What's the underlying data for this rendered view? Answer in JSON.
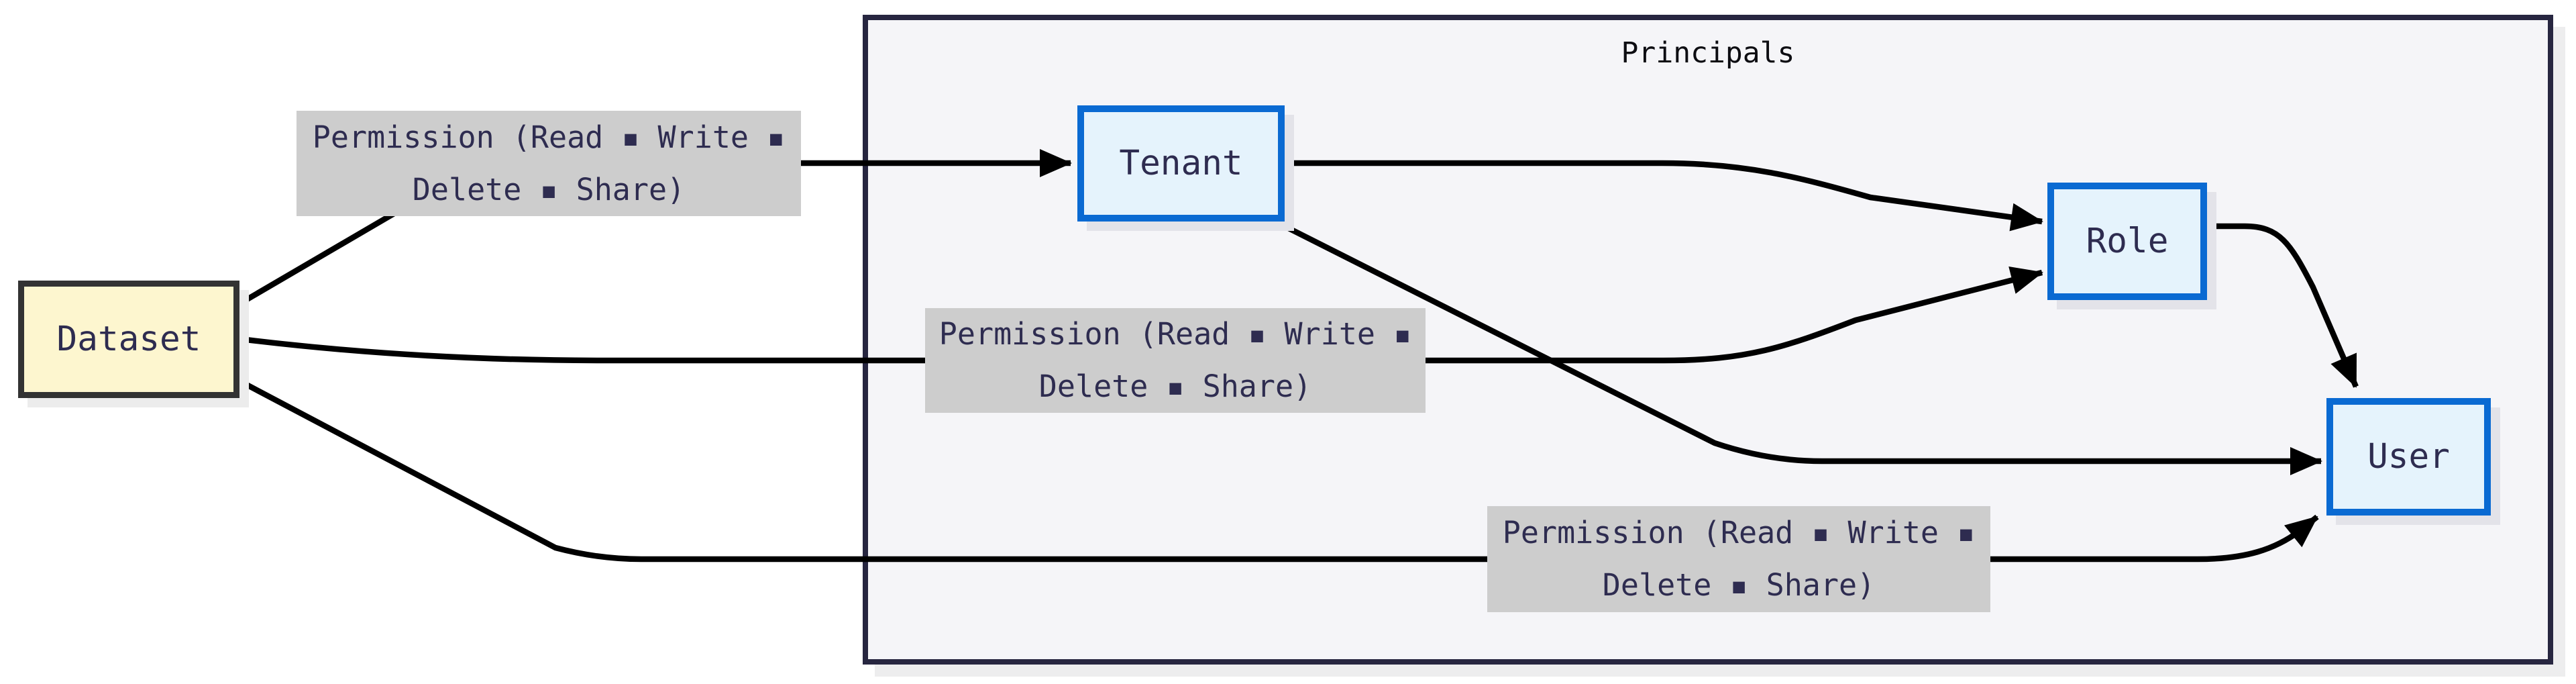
{
  "diagram": {
    "type": "flowchart",
    "subgraph": {
      "title": "Principals"
    },
    "nodes": {
      "dataset": {
        "label": "Dataset"
      },
      "tenant": {
        "label": "Tenant"
      },
      "role": {
        "label": "Role"
      },
      "user": {
        "label": "User"
      }
    },
    "edge_labels": [
      {
        "text": "Permission (Read ▪ Write ▪ Delete ▪ Share)",
        "line1": "Permission (Read ▪ Write ▪",
        "line2": "Delete ▪ Share)"
      },
      {
        "text": "Permission (Read ▪ Write ▪ Delete ▪ Share)",
        "line1": "Permission (Read ▪ Write ▪",
        "line2": "Delete ▪ Share)"
      },
      {
        "text": "Permission (Read ▪ Write ▪ Delete ▪ Share)",
        "line1": "Permission (Read ▪ Write ▪",
        "line2": "Delete ▪ Share)"
      }
    ],
    "edges": [
      {
        "from": "Dataset",
        "to": "Tenant",
        "label": "Permission (Read ▪ Write ▪ Delete ▪ Share)"
      },
      {
        "from": "Dataset",
        "to": "Role",
        "label": "Permission (Read ▪ Write ▪ Delete ▪ Share)"
      },
      {
        "from": "Dataset",
        "to": "User",
        "label": "Permission (Read ▪ Write ▪ Delete ▪ Share)"
      },
      {
        "from": "Tenant",
        "to": "Role",
        "label": ""
      },
      {
        "from": "Tenant",
        "to": "User",
        "label": ""
      },
      {
        "from": "Role",
        "to": "User",
        "label": ""
      }
    ],
    "colors": {
      "background": "#ffffff",
      "subgraph_fill": "#f5f5f8",
      "subgraph_border": "#272640",
      "principal_node_fill": "#e5f3fc",
      "principal_node_border": "#0a6ad2",
      "dataset_fill": "#fdf6cf",
      "dataset_border": "#333333",
      "edge_label_bg": "#cdcdcd",
      "edge_color": "#000000",
      "text_color": "#2e2c50"
    }
  }
}
